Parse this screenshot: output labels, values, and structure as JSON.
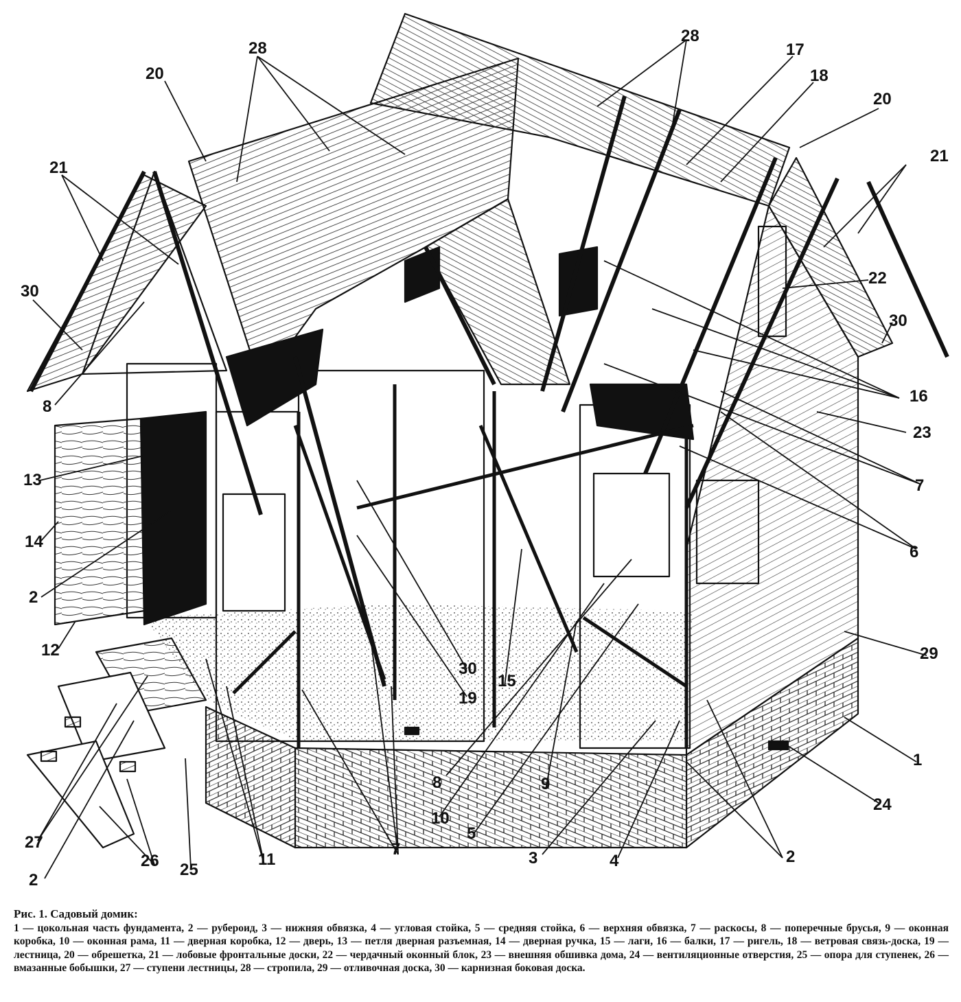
{
  "caption": {
    "title": "Рис. 1. Садовый домик:",
    "legend": [
      {
        "n": "1",
        "text": "цокольная часть фундамента"
      },
      {
        "n": "2",
        "text": "рубероид"
      },
      {
        "n": "3",
        "text": "нижняя обвязка"
      },
      {
        "n": "4",
        "text": "угловая стойка"
      },
      {
        "n": "5",
        "text": "средняя стойка"
      },
      {
        "n": "6",
        "text": "верхняя обвязка"
      },
      {
        "n": "7",
        "text": "раскосы"
      },
      {
        "n": "8",
        "text": "поперечные брусья"
      },
      {
        "n": "9",
        "text": "оконная коробка"
      },
      {
        "n": "10",
        "text": "оконная рама"
      },
      {
        "n": "11",
        "text": "дверная коробка"
      },
      {
        "n": "12",
        "text": "дверь"
      },
      {
        "n": "13",
        "text": "петля дверная разъемная"
      },
      {
        "n": "14",
        "text": "дверная ручка"
      },
      {
        "n": "15",
        "text": "лаги"
      },
      {
        "n": "16",
        "text": "балки"
      },
      {
        "n": "17",
        "text": "ригель"
      },
      {
        "n": "18",
        "text": "ветровая связь-доска"
      },
      {
        "n": "19",
        "text": "лестница"
      },
      {
        "n": "20",
        "text": "обрешетка"
      },
      {
        "n": "21",
        "text": "лобовые фронтальные доски"
      },
      {
        "n": "22",
        "text": "чердачный оконный блок"
      },
      {
        "n": "23",
        "text": "внешняя обшивка дома"
      },
      {
        "n": "24",
        "text": "вентиляционные отверстия"
      },
      {
        "n": "25",
        "text": "опора для ступенек"
      },
      {
        "n": "26",
        "text": "вмазанные бобышки"
      },
      {
        "n": "27",
        "text": "ступени лестницы"
      },
      {
        "n": "28",
        "text": "стропила"
      },
      {
        "n": "29",
        "text": "отливочная доска"
      },
      {
        "n": "30",
        "text": "карнизная боковая доска"
      }
    ]
  },
  "callouts": [
    {
      "id": "28-left",
      "label": "28"
    },
    {
      "id": "20-left",
      "label": "20"
    },
    {
      "id": "21-left",
      "label": "21"
    },
    {
      "id": "30-left",
      "label": "30"
    },
    {
      "id": "8-left",
      "label": "8"
    },
    {
      "id": "13",
      "label": "13"
    },
    {
      "id": "14",
      "label": "14"
    },
    {
      "id": "2-door",
      "label": "2"
    },
    {
      "id": "12",
      "label": "12"
    },
    {
      "id": "27",
      "label": "27"
    },
    {
      "id": "2-bottom",
      "label": "2"
    },
    {
      "id": "26",
      "label": "26"
    },
    {
      "id": "25",
      "label": "25"
    },
    {
      "id": "11",
      "label": "11"
    },
    {
      "id": "7-bottom",
      "label": "7"
    },
    {
      "id": "8-bottom",
      "label": "8"
    },
    {
      "id": "10",
      "label": "10"
    },
    {
      "id": "5",
      "label": "5"
    },
    {
      "id": "3",
      "label": "3"
    },
    {
      "id": "4",
      "label": "4"
    },
    {
      "id": "2-right",
      "label": "2"
    },
    {
      "id": "24",
      "label": "24"
    },
    {
      "id": "1",
      "label": "1"
    },
    {
      "id": "29",
      "label": "29"
    },
    {
      "id": "9",
      "label": "9"
    },
    {
      "id": "30-mid",
      "label": "30"
    },
    {
      "id": "19",
      "label": "19"
    },
    {
      "id": "15",
      "label": "15"
    },
    {
      "id": "28-right",
      "label": "28"
    },
    {
      "id": "17",
      "label": "17"
    },
    {
      "id": "18",
      "label": "18"
    },
    {
      "id": "20-right",
      "label": "20"
    },
    {
      "id": "21-right",
      "label": "21"
    },
    {
      "id": "22",
      "label": "22"
    },
    {
      "id": "30-right",
      "label": "30"
    },
    {
      "id": "16",
      "label": "16"
    },
    {
      "id": "23",
      "label": "23"
    },
    {
      "id": "7-right",
      "label": "7"
    },
    {
      "id": "6",
      "label": "6"
    }
  ]
}
